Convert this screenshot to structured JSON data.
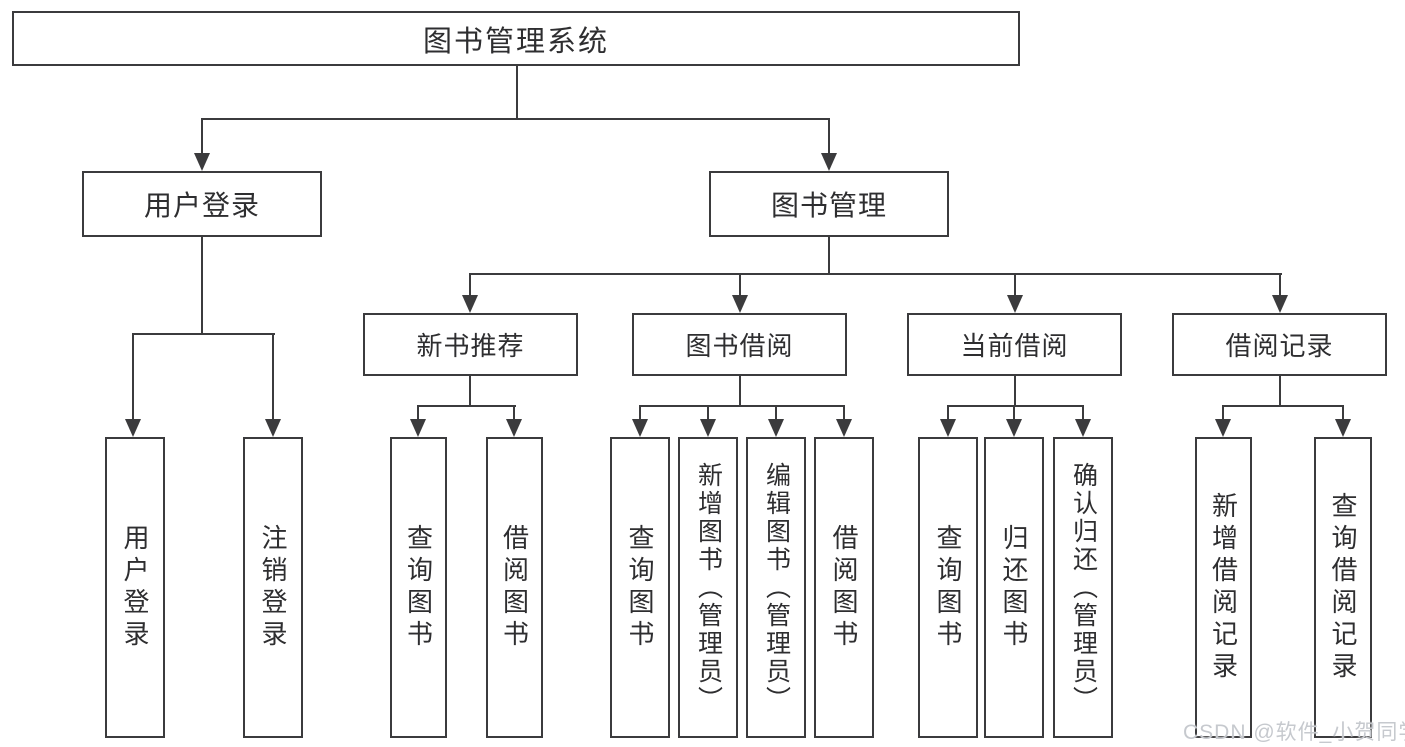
{
  "colors": {
    "line": "#3b3b3d",
    "text": "#2e2e30",
    "background": "#ffffff",
    "box_bg": "#ffffff",
    "watermark": "#c6c9ce"
  },
  "diagram": {
    "root": {
      "label": "图书管理系统"
    },
    "branches": [
      {
        "label": "用户登录",
        "children": [
          {
            "label": "用户登录"
          },
          {
            "label": "注销登录"
          }
        ]
      },
      {
        "label": "图书管理",
        "sections": [
          {
            "label": "新书推荐",
            "children": [
              {
                "label": "查询图书"
              },
              {
                "label": "借阅图书"
              }
            ]
          },
          {
            "label": "图书借阅",
            "children": [
              {
                "label": "查询图书"
              },
              {
                "label": "新增图书（管理员）"
              },
              {
                "label": "编辑图书（管理员）"
              },
              {
                "label": "借阅图书"
              }
            ]
          },
          {
            "label": "当前借阅",
            "children": [
              {
                "label": "查询图书"
              },
              {
                "label": "归还图书"
              },
              {
                "label": "确认归还（管理员）"
              }
            ]
          },
          {
            "label": "借阅记录",
            "children": [
              {
                "label": "新增借阅记录"
              },
              {
                "label": "查询借阅记录"
              }
            ]
          }
        ]
      }
    ]
  },
  "watermark": {
    "text": "CSDN @软件_小贺同学"
  }
}
